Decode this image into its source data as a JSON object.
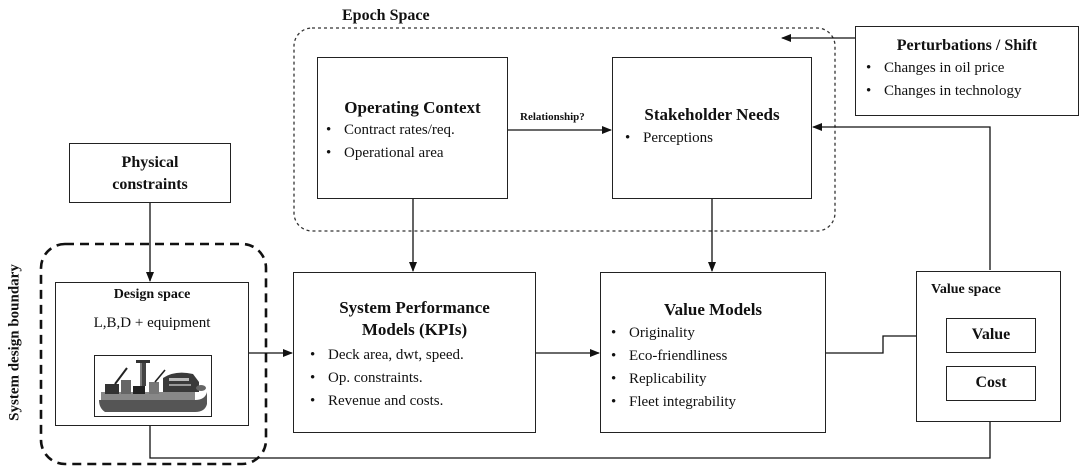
{
  "epoch_space": {
    "label": "Epoch Space"
  },
  "perturbations": {
    "title": "Perturbations / Shift",
    "items": [
      "Changes in oil price",
      "Changes in technology"
    ]
  },
  "operating_context": {
    "title": "Operating Context",
    "items": [
      "Contract rates/req.",
      "Operational area"
    ]
  },
  "relationship_label": "Relationship?",
  "stakeholder_needs": {
    "title": "Stakeholder Needs",
    "items": [
      "Perceptions"
    ]
  },
  "physical_constraints": {
    "title": "Physical constraints"
  },
  "system_boundary": {
    "label": "System design boundary"
  },
  "design_space": {
    "title": "Design space",
    "subtitle": "L,B,D + equipment"
  },
  "system_performance": {
    "title": "System Performance Models (KPIs)",
    "items": [
      "Deck area, dwt, speed.",
      "Op. constraints.",
      "Revenue and costs."
    ]
  },
  "value_models": {
    "title": "Value Models",
    "items": [
      "Originality",
      "Eco-friendliness",
      "Replicability",
      "Fleet integrability"
    ]
  },
  "value_space": {
    "title": "Value space",
    "value_label": "Value",
    "cost_label": "Cost"
  }
}
